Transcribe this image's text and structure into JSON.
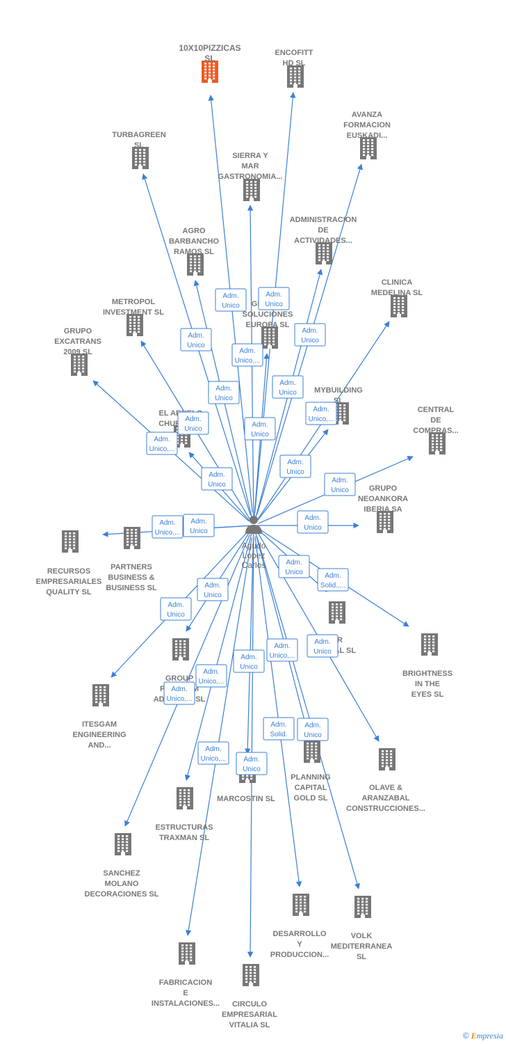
{
  "center": {
    "label_lines": [
      "Agudo",
      "Lopez",
      "Carlos"
    ]
  },
  "colors": {
    "edge": "#3a7fd5",
    "building": "#777777",
    "building_highlight": "#f05a22",
    "person": "#777777"
  },
  "nodes": [
    {
      "id": "n1",
      "label_lines": [
        "10X10PIZZICAS",
        "SL"
      ],
      "highlight": true
    },
    {
      "id": "n2",
      "label_lines": [
        "ENCOFITT",
        "HD  SL"
      ]
    },
    {
      "id": "n3",
      "label_lines": [
        "AVANZA",
        "FORMACION",
        "EUSKADI..."
      ]
    },
    {
      "id": "n4",
      "label_lines": [
        "TURBAGREEN",
        "SL"
      ]
    },
    {
      "id": "n5",
      "label_lines": [
        "SIERRA Y",
        "MAR",
        "GASTRONOMIA..."
      ]
    },
    {
      "id": "n6",
      "label_lines": [
        "ADMINISTRACION",
        "DE",
        "ACTIVIDADES..."
      ]
    },
    {
      "id": "n7",
      "label_lines": [
        "AGRO",
        "BARBANCHO",
        "RAMOS  SL"
      ]
    },
    {
      "id": "n8",
      "label_lines": [
        "CLINICA",
        "MEDELINA  SL"
      ]
    },
    {
      "id": "n9",
      "label_lines": [
        "METROPOL",
        "INVESTMENT SL"
      ]
    },
    {
      "id": "n10",
      "label_lines": [
        "GLOBAL",
        "SOLUCIONES",
        "EUROPA  SL"
      ]
    },
    {
      "id": "n11",
      "label_lines": [
        "GRUPO",
        "EXCATRANS",
        "2009  SL"
      ]
    },
    {
      "id": "n12",
      "label_lines": [
        "MYBUILDING",
        "SL"
      ]
    },
    {
      "id": "n13",
      "label_lines": [
        "CENTRAL",
        "DE",
        "COMPRAS..."
      ]
    },
    {
      "id": "n14",
      "label_lines": [
        "EL ABUELO",
        "CHURRERO"
      ]
    },
    {
      "id": "n15",
      "label_lines": [
        "GRUPO",
        "NEOANKORA",
        "IBERIA SA"
      ]
    },
    {
      "id": "n16",
      "label_lines": [
        "RECURSOS",
        "EMPRESARIALES",
        "QUALITY  SL"
      ]
    },
    {
      "id": "n17",
      "label_lines": [
        "PARTNERS",
        "BUSINESS &",
        "BUSINESS  SL"
      ]
    },
    {
      "id": "n18",
      "label_lines": [
        "TAR",
        "DIGITAL  SL"
      ]
    },
    {
      "id": "n19",
      "label_lines": [
        "BRIGHTNESS",
        "IN THE",
        "EYES  SL"
      ]
    },
    {
      "id": "n20",
      "label_lines": [
        "GROUP",
        "PLATINUM",
        "ADVISORS  SL"
      ]
    },
    {
      "id": "n21",
      "label_lines": [
        "ITESGAM",
        "ENGINEERING",
        "AND..."
      ]
    },
    {
      "id": "n22",
      "label_lines": [
        "PLANNING",
        "CAPITAL",
        "GOLD  SL"
      ]
    },
    {
      "id": "n23",
      "label_lines": [
        "OLAVE &",
        "ARANZABAL",
        "CONSTRUCCIONES..."
      ]
    },
    {
      "id": "n24",
      "label_lines": [
        "MARCOSTIN SL"
      ]
    },
    {
      "id": "n25",
      "label_lines": [
        "ESTRUCTURAS",
        "TRAXMAN  SL"
      ]
    },
    {
      "id": "n26",
      "label_lines": [
        "SANCHEZ",
        "MOLANO",
        "DECORACIONES SL"
      ]
    },
    {
      "id": "n27",
      "label_lines": [
        "DESARROLLO",
        "Y",
        "PRODUCCION..."
      ]
    },
    {
      "id": "n28",
      "label_lines": [
        "VOLK",
        "MEDITERRANEA",
        "SL"
      ]
    },
    {
      "id": "n29",
      "label_lines": [
        "FABRICACION",
        "E",
        "INSTALACIONES..."
      ]
    },
    {
      "id": "n30",
      "label_lines": [
        "CIRCULO",
        "EMPRESARIAL",
        "VITALIA  SL"
      ]
    }
  ],
  "relations": [
    {
      "lines": [
        "Adm.",
        "Unico"
      ]
    },
    {
      "lines": [
        "Adm.",
        "Unico"
      ]
    },
    {
      "lines": [
        "Adm.",
        "Unico"
      ]
    },
    {
      "lines": [
        "Adm.",
        "Unico,..."
      ]
    },
    {
      "lines": [
        "Adm.",
        "Unico"
      ]
    },
    {
      "lines": [
        "Adm.",
        "Unico"
      ]
    },
    {
      "lines": [
        "Adm.",
        "Unico"
      ]
    },
    {
      "lines": [
        "Adm.",
        "Unico"
      ]
    },
    {
      "lines": [
        "Adm.",
        "Unico,..."
      ]
    },
    {
      "lines": [
        "Adm.",
        "Unico"
      ]
    },
    {
      "lines": [
        "Adm.",
        "Unico,..."
      ]
    },
    {
      "lines": [
        "Adm.",
        "Unico"
      ]
    },
    {
      "lines": [
        "Adm.",
        "Unico"
      ]
    },
    {
      "lines": [
        "Adm.",
        "Unico"
      ]
    },
    {
      "lines": [
        "Adm.",
        "Unico"
      ]
    },
    {
      "lines": [
        "Adm.",
        "Unico"
      ]
    },
    {
      "lines": [
        "Adm.",
        "Unico,..."
      ]
    },
    {
      "lines": [
        "Adm.",
        "Unico"
      ]
    },
    {
      "lines": [
        "Adm.",
        "Solid.,..."
      ]
    },
    {
      "lines": [
        "Adm.",
        "Unico"
      ]
    },
    {
      "lines": [
        "Adm.",
        "Unico"
      ]
    },
    {
      "lines": [
        "Adm.",
        "Unico,..."
      ]
    },
    {
      "lines": [
        "Adm.",
        "Unico"
      ]
    },
    {
      "lines": [
        "Adm.",
        "Unico,..."
      ]
    },
    {
      "lines": [
        "Adm.",
        "Unico"
      ]
    },
    {
      "lines": [
        "Adm.",
        "Unico,..."
      ]
    },
    {
      "lines": [
        "Adm.",
        "Solid."
      ]
    },
    {
      "lines": [
        "Adm.",
        "Unico"
      ]
    },
    {
      "lines": [
        "Adm.",
        "Unico,..."
      ]
    },
    {
      "lines": [
        "Adm.",
        "Unico"
      ]
    }
  ],
  "footer": {
    "copyright": "©",
    "brand_initial": "E",
    "brand_rest": "mpresia"
  }
}
